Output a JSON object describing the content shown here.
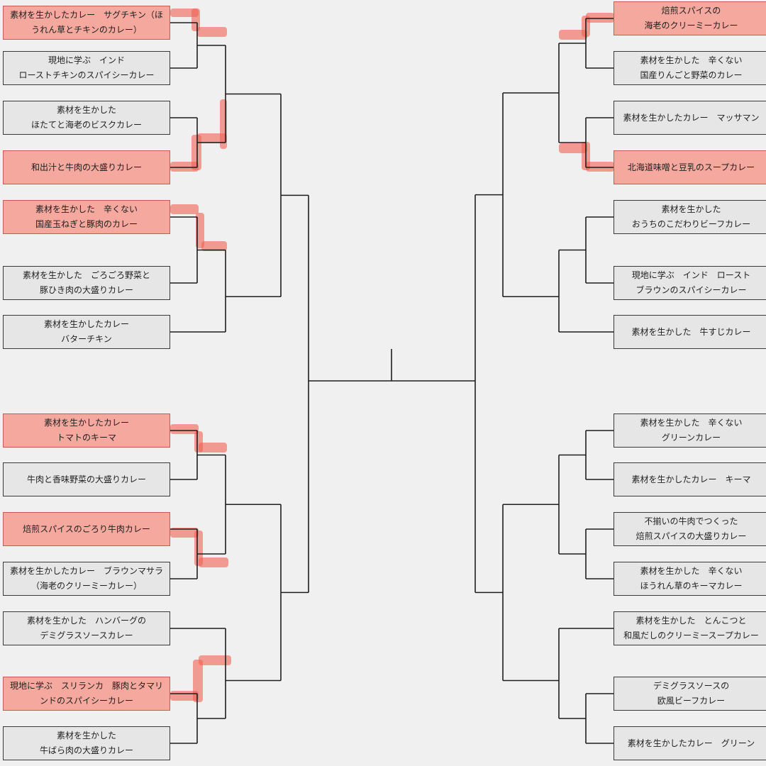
{
  "colors": {
    "background": "#f0f0f0",
    "box_fill": "#e6e6e6",
    "box_border": "#3a3a3a",
    "winner_fill": "#f4a89e",
    "highlight": "#f06054",
    "line": "#1e1e1e"
  },
  "left_entries": [
    {
      "lines": [
        "素材を生かしたカレー　サグチキン（ほ",
        "うれん草とチキンのカレー）"
      ],
      "winner": true
    },
    {
      "lines": [
        "現地に学ぶ　インド",
        "ローストチキンのスパイシーカレー"
      ],
      "winner": false
    },
    {
      "lines": [
        "素材を生かした",
        "ほたてと海老のビスクカレー"
      ],
      "winner": false
    },
    {
      "lines": [
        "和出汁と牛肉の大盛りカレー"
      ],
      "winner": true
    },
    {
      "lines": [
        "素材を生かした　辛くない",
        "国産玉ねぎと豚肉のカレー"
      ],
      "winner": true
    },
    {
      "lines": [
        "素材を生かした　ごろごろ野菜と",
        "豚ひき肉の大盛りカレー"
      ],
      "winner": false
    },
    {
      "lines": [
        "素材を生かしたカレー",
        "バターチキン"
      ],
      "winner": false
    },
    {
      "lines": [
        "素材を生かしたカレー",
        "トマトのキーマ"
      ],
      "winner": true
    },
    {
      "lines": [
        "牛肉と香味野菜の大盛りカレー"
      ],
      "winner": false
    },
    {
      "lines": [
        "焙煎スパイスのごろり牛肉カレー"
      ],
      "winner": true
    },
    {
      "lines": [
        "素材を生かしたカレー　ブラウンマサラ",
        "（海老のクリーミーカレー）"
      ],
      "winner": false
    },
    {
      "lines": [
        "素材を生かした　ハンバーグの",
        "デミグラスソースカレー"
      ],
      "winner": false
    },
    {
      "lines": [
        "現地に学ぶ　スリランカ　豚肉とタマリ",
        "ンドのスパイシーカレー"
      ],
      "winner": true
    },
    {
      "lines": [
        "素材を生かした",
        "牛ばら肉の大盛りカレー"
      ],
      "winner": false
    }
  ],
  "right_entries": [
    {
      "lines": [
        "焙煎スパイスの",
        "海老のクリーミーカレー"
      ],
      "winner": true
    },
    {
      "lines": [
        "素材を生かした　辛くない",
        "国産りんごと野菜のカレー"
      ],
      "winner": false
    },
    {
      "lines": [
        "素材を生かしたカレー　マッサマン"
      ],
      "winner": false
    },
    {
      "lines": [
        "北海道味噌と豆乳のスープカレー"
      ],
      "winner": true
    },
    {
      "lines": [
        "素材を生かした",
        "おうちのこだわりビーフカレー"
      ],
      "winner": false
    },
    {
      "lines": [
        "現地に学ぶ　インド　ロースト",
        "ブラウンのスパイシーカレー"
      ],
      "winner": false
    },
    {
      "lines": [
        "素材を生かした　牛すじカレー"
      ],
      "winner": false
    },
    {
      "lines": [
        "素材を生かした　辛くない",
        "グリーンカレー"
      ],
      "winner": false
    },
    {
      "lines": [
        "素材を生かしたカレー　キーマ"
      ],
      "winner": false
    },
    {
      "lines": [
        "不揃いの牛肉でつくった",
        "焙煎スパイスの大盛りカレー"
      ],
      "winner": false
    },
    {
      "lines": [
        "素材を生かした　辛くない",
        "ほうれん草のキーマカレー"
      ],
      "winner": false
    },
    {
      "lines": [
        "素材を生かした　とんこつと",
        "和風だしのクリーミースープカレー"
      ],
      "winner": false
    },
    {
      "lines": [
        "デミグラスソースの",
        "欧風ビーフカレー"
      ],
      "winner": false
    },
    {
      "lines": [
        "素材を生かしたカレー　グリーン"
      ],
      "winner": false
    }
  ]
}
